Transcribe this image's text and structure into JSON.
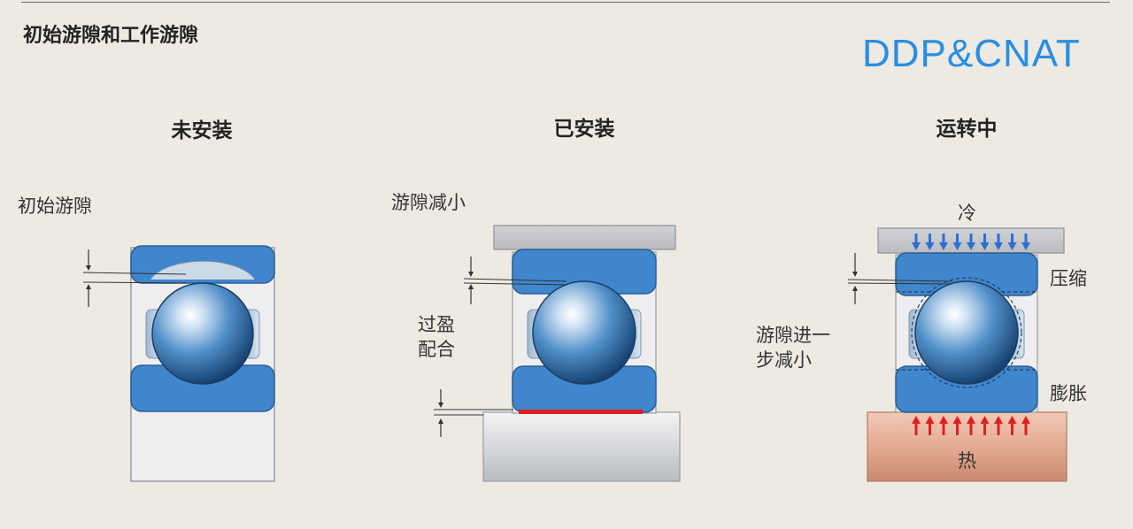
{
  "header": {
    "title": "初始游隙和工作游隙",
    "brand": "DDP&CNAT"
  },
  "panels": [
    {
      "title": "未安装",
      "clearance_label": "初始游隙"
    },
    {
      "title": "已安装",
      "clearance_label": "游隙减小",
      "fit_label_1": "过盈",
      "fit_label_2": "配合"
    },
    {
      "title": "运转中",
      "cold_label": "冷",
      "compress_label": "压缩",
      "clearance_label_1": "游隙进一",
      "clearance_label_2": "步减小",
      "expand_label": "膨胀",
      "heat_label": "热"
    }
  ],
  "colors": {
    "ring_blue": "#3f86cc",
    "ball": "#4f8ec8",
    "interference": "#e02020",
    "cold_arrow": "#2a6fd6",
    "heat_arrow": "#e02020",
    "shaft_gray": "#cfd1d4",
    "shaft_copper": "#d9a48c",
    "brand": "#2a8ee0"
  }
}
